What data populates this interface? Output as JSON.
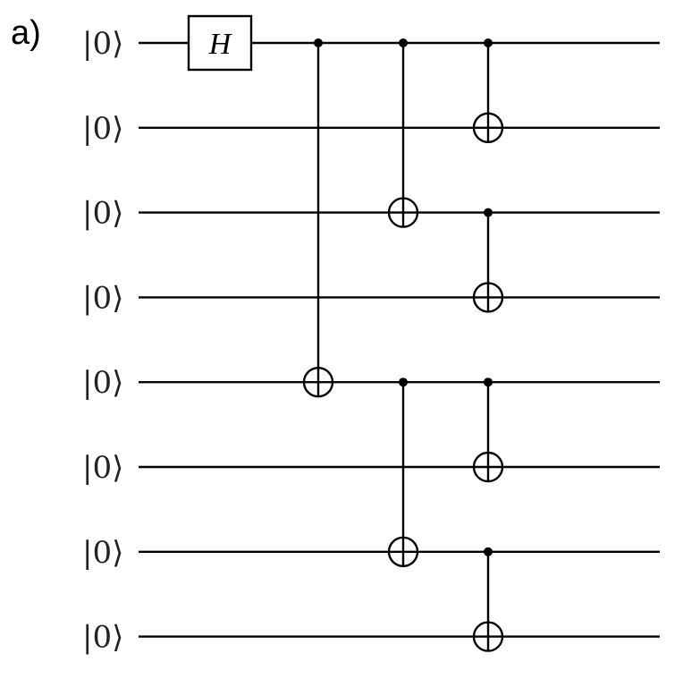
{
  "figure": {
    "panel_label": "a)",
    "qubits": [
      {
        "label": "|0⟩"
      },
      {
        "label": "|0⟩"
      },
      {
        "label": "|0⟩"
      },
      {
        "label": "|0⟩"
      },
      {
        "label": "|0⟩"
      },
      {
        "label": "|0⟩"
      },
      {
        "label": "|0⟩"
      },
      {
        "label": "|0⟩"
      }
    ],
    "gates": [
      {
        "type": "single",
        "label": "H",
        "qubit": 0,
        "column": 0
      },
      {
        "type": "cnot",
        "control": 0,
        "target": 4,
        "column": 1
      },
      {
        "type": "cnot",
        "control": 0,
        "target": 2,
        "column": 2
      },
      {
        "type": "cnot",
        "control": 4,
        "target": 6,
        "column": 2
      },
      {
        "type": "cnot",
        "control": 0,
        "target": 1,
        "column": 3
      },
      {
        "type": "cnot",
        "control": 2,
        "target": 3,
        "column": 3
      },
      {
        "type": "cnot",
        "control": 4,
        "target": 5,
        "column": 3
      },
      {
        "type": "cnot",
        "control": 6,
        "target": 7,
        "column": 3
      }
    ]
  }
}
